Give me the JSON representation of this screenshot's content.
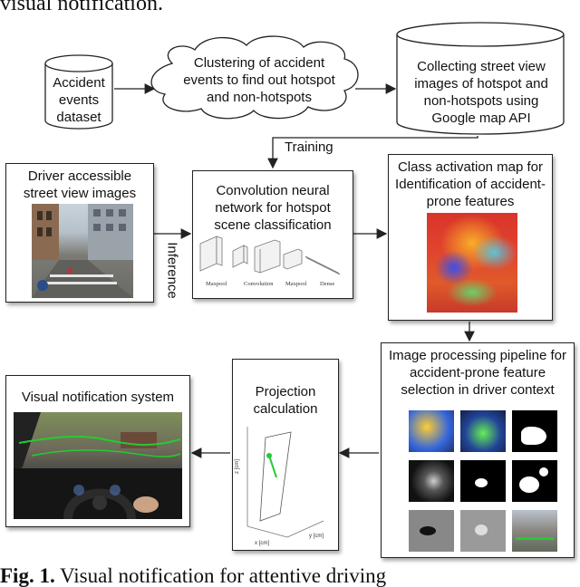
{
  "top_caption": "visual notification.",
  "figure_caption": {
    "label": "Fig. 1.",
    "text": "Visual notification for attentive driving"
  },
  "nodes": {
    "dataset": "Accident events dataset",
    "clustering": "Clustering of accident events to find out hotspot and non-hotspots",
    "collect": "Collecting street view images of hotspot and non-hotspots using Google map API",
    "driver_images": "Driver accessible street view images",
    "cnn": "Convolution neural network for hotspot scene classification",
    "cam": "Class activation map for Identification of accident-prone features",
    "pipeline": "Image processing pipeline for accident-prone feature selection in driver context",
    "projection": "Projection calculation",
    "visual": "Visual notification system"
  },
  "edges": {
    "training": "Training",
    "inference": "Inference"
  },
  "cnn_layer_labels": [
    "Maxpool",
    "Convolution",
    "Maxpool",
    "Dense"
  ],
  "plot_axis_labels": {
    "x": "x [cm]",
    "y": "y [cm]",
    "z": "z [cm]"
  },
  "colors": {
    "line": "#222222",
    "box_border": "#222222",
    "highlight": "#22cc33"
  }
}
